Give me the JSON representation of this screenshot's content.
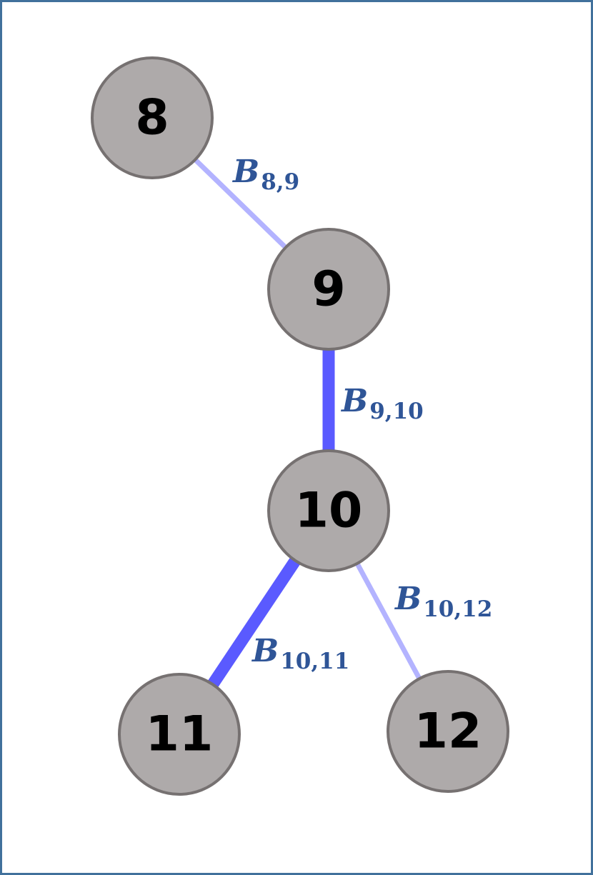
{
  "colors": {
    "frame": "#41719c",
    "background": "#ffffff",
    "node_fill": "#aeaaaa",
    "node_stroke": "#767171",
    "node_text": "#000000",
    "edge_label": "#2f5597",
    "edge_strong": "#5a5aff",
    "edge_weak": "#b3b3ff"
  },
  "nodes": [
    {
      "id": "8",
      "label": "8"
    },
    {
      "id": "9",
      "label": "9"
    },
    {
      "id": "10",
      "label": "10"
    },
    {
      "id": "11",
      "label": "11"
    },
    {
      "id": "12",
      "label": "12"
    }
  ],
  "edges": [
    {
      "from": "8",
      "to": "9",
      "label_main": "B",
      "label_sub": "8,9",
      "strength": "weak"
    },
    {
      "from": "9",
      "to": "10",
      "label_main": "B",
      "label_sub": "9,10",
      "strength": "strong"
    },
    {
      "from": "10",
      "to": "11",
      "label_main": "B",
      "label_sub": "10,11",
      "strength": "strong"
    },
    {
      "from": "10",
      "to": "12",
      "label_main": "B",
      "label_sub": "10,12",
      "strength": "weak"
    }
  ]
}
